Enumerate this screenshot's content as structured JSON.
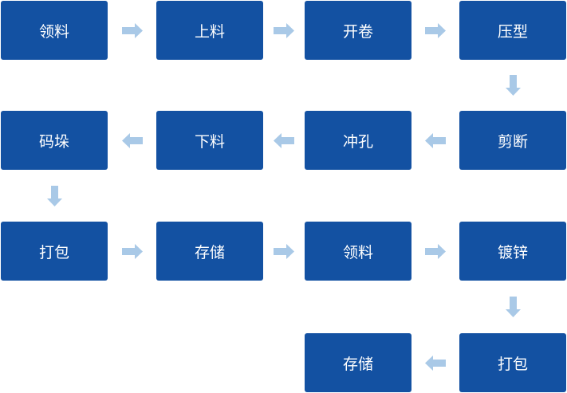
{
  "colors": {
    "box": "#1351a2",
    "text": "#ffffff",
    "arrow": "#a9c9e7"
  },
  "steps": [
    {
      "id": "s1",
      "label": "领料"
    },
    {
      "id": "s2",
      "label": "上料"
    },
    {
      "id": "s3",
      "label": "开卷"
    },
    {
      "id": "s4",
      "label": "压型"
    },
    {
      "id": "s5",
      "label": "剪断"
    },
    {
      "id": "s6",
      "label": "冲孔"
    },
    {
      "id": "s7",
      "label": "下料"
    },
    {
      "id": "s8",
      "label": "码垛"
    },
    {
      "id": "s9",
      "label": "打包"
    },
    {
      "id": "s10",
      "label": "存储"
    },
    {
      "id": "s11",
      "label": "领料"
    },
    {
      "id": "s12",
      "label": "镀锌"
    },
    {
      "id": "s13",
      "label": "打包"
    },
    {
      "id": "s14",
      "label": "存储"
    }
  ],
  "flow": [
    {
      "from": "s1",
      "to": "s2"
    },
    {
      "from": "s2",
      "to": "s3"
    },
    {
      "from": "s3",
      "to": "s4"
    },
    {
      "from": "s4",
      "to": "s5"
    },
    {
      "from": "s5",
      "to": "s6"
    },
    {
      "from": "s6",
      "to": "s7"
    },
    {
      "from": "s7",
      "to": "s8"
    },
    {
      "from": "s8",
      "to": "s9"
    },
    {
      "from": "s9",
      "to": "s10"
    },
    {
      "from": "s10",
      "to": "s11"
    },
    {
      "from": "s11",
      "to": "s12"
    },
    {
      "from": "s12",
      "to": "s13"
    },
    {
      "from": "s13",
      "to": "s14"
    }
  ]
}
